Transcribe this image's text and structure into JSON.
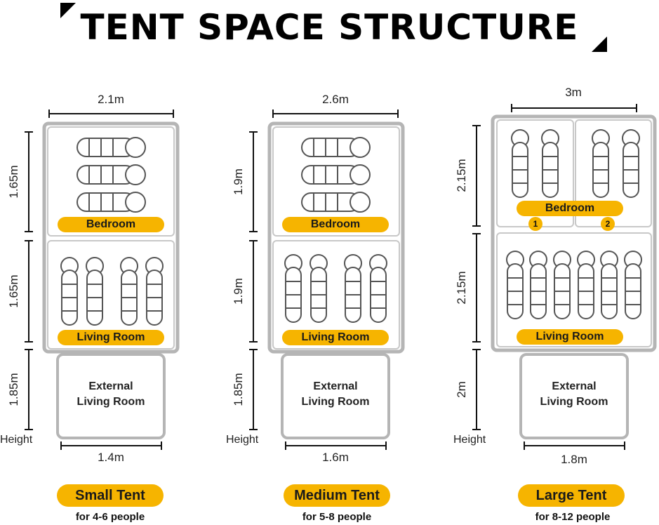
{
  "title": "TENT SPACE STRUCTURE",
  "height_label": "Height",
  "room_labels": {
    "bedroom": "Bedroom",
    "living_room": "Living Room",
    "external_line1": "External",
    "external_line2": "Living Room"
  },
  "tents": [
    {
      "name": "Small Tent",
      "capacity": "for 4-6 people",
      "top_width": "2.1m",
      "bottom_width": "1.4m",
      "bedroom_depth": "1.65m",
      "living_depth": "1.65m",
      "external_depth": "1.85m",
      "bedroom_sleepers": 3,
      "living_sleepers": 4
    },
    {
      "name": "Medium Tent",
      "capacity": "for 5-8 people",
      "top_width": "2.6m",
      "bottom_width": "1.6m",
      "bedroom_depth": "1.9m",
      "living_depth": "1.9m",
      "external_depth": "1.85m",
      "bedroom_sleepers": 3,
      "living_sleepers": 4
    },
    {
      "name": "Large Tent",
      "capacity": "for 8-12 people",
      "top_width": "3m",
      "bottom_width": "1.8m",
      "bedroom_depth": "2.15m",
      "living_depth": "2.15m",
      "external_depth": "2m",
      "bedroom_sleepers": 4,
      "living_sleepers": 6,
      "bedroom_numbers": [
        "1",
        "2"
      ]
    }
  ],
  "colors": {
    "accent": "#f6b400",
    "frame": "#b5b5b5",
    "sleeper": "#555555"
  }
}
